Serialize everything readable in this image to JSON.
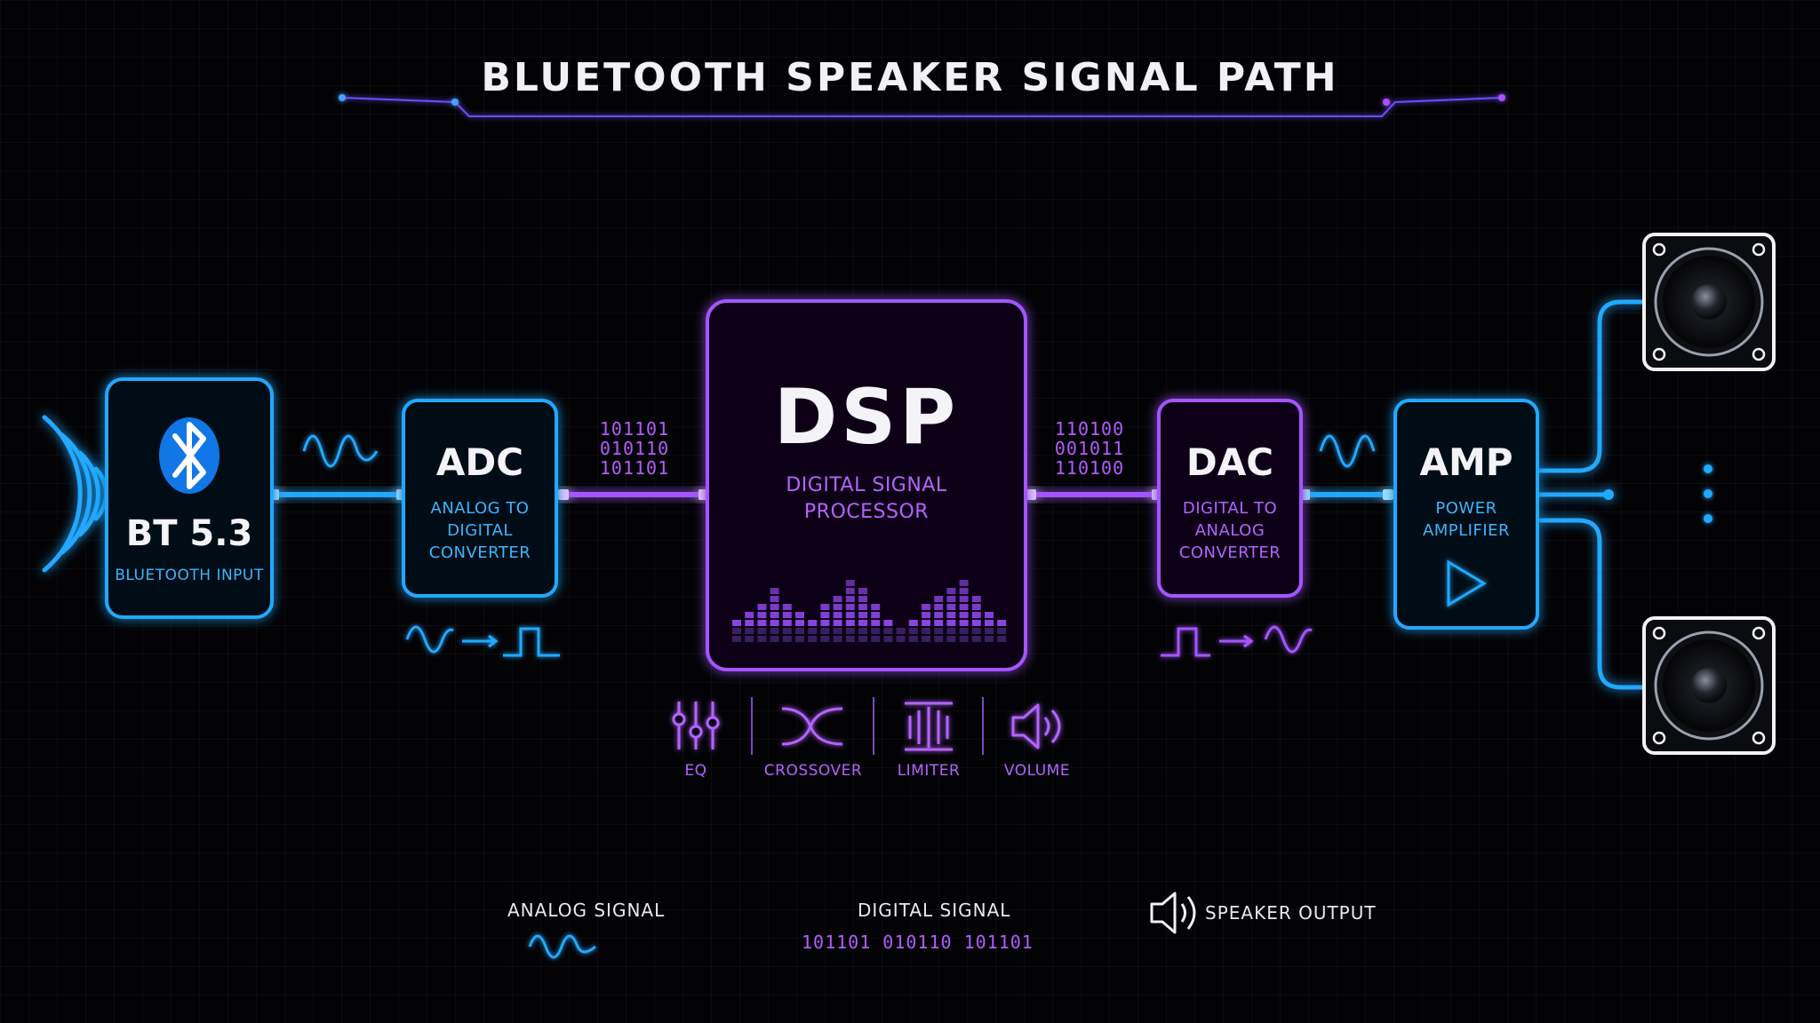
{
  "title": "BLUETOOTH SPEAKER SIGNAL PATH",
  "blocks": {
    "bt": {
      "title": "BT 5.3",
      "subtitle": "BLUETOOTH INPUT"
    },
    "adc": {
      "title": "ADC",
      "line1": "ANALOG TO",
      "line2": "DIGITAL",
      "line3": "CONVERTER"
    },
    "dsp": {
      "title": "DSP",
      "line1": "DIGITAL SIGNAL",
      "line2": "PROCESSOR"
    },
    "dac": {
      "title": "DAC",
      "line1": "DIGITAL TO",
      "line2": "ANALOG",
      "line3": "CONVERTER"
    },
    "amp": {
      "title": "AMP",
      "line1": "POWER",
      "line2": "AMPLIFIER"
    }
  },
  "binary": {
    "left": [
      "101101",
      "010110",
      "101101"
    ],
    "right": [
      "110100",
      "001011",
      "110100"
    ]
  },
  "dsp_tools": [
    {
      "label": "EQ",
      "icon": "eq-sliders-icon"
    },
    {
      "label": "CROSSOVER",
      "icon": "crossover-icon"
    },
    {
      "label": "LIMITER",
      "icon": "limiter-icon"
    },
    {
      "label": "VOLUME",
      "icon": "volume-icon"
    }
  ],
  "legend": {
    "analog": "ANALOG SIGNAL",
    "digital": "DIGITAL SIGNAL",
    "digital_sample": "101101 010110 101101",
    "speaker": "SPEAKER OUTPUT"
  },
  "colors": {
    "analog": "#22a8ff",
    "digital": "#a455ff",
    "background": "#030306"
  }
}
